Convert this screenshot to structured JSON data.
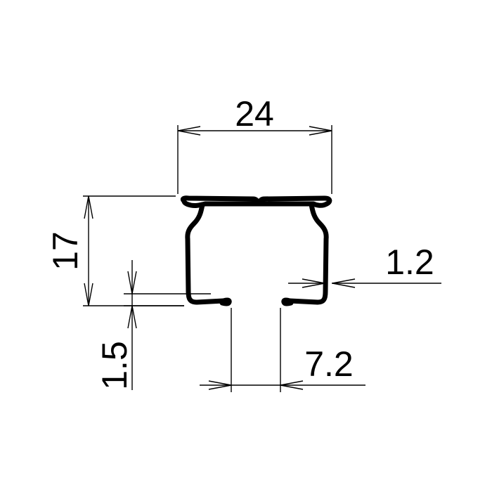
{
  "drawing": {
    "dimensions": {
      "width_overall": "24",
      "height_overall": "17",
      "wall_thickness": "1.2",
      "lip_thickness": "1.5",
      "slot_opening": "7.2"
    }
  }
}
